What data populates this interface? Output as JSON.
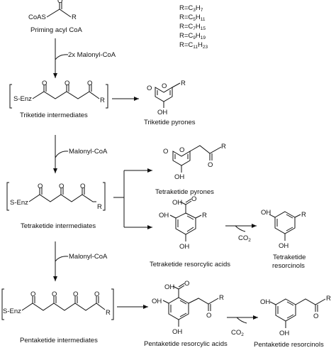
{
  "colors": {
    "ink": "#111111",
    "background": "#ffffff"
  },
  "r_groups": [
    "R=C",
    "3",
    "H",
    "7",
    "R=C",
    "5",
    "H",
    "11",
    "R=C",
    "7",
    "H",
    "15",
    "R=C",
    "9",
    "H",
    "19",
    "R=C",
    "11",
    "H",
    "23"
  ],
  "atoms": {
    "coas": "CoAS",
    "o": "O",
    "r": "R",
    "oh": "OH",
    "s_enz": "S-Enz",
    "co2": "CO",
    "co2_sub": "2"
  },
  "labels": {
    "priming": "Priming acyl CoA",
    "malonyl_2x": "2x Malonyl-CoA",
    "malonyl": "Malonyl-CoA",
    "triketide_int": "Triketide intermediates",
    "triketide_pyr": "Triketide pyrones",
    "tetraketide_pyr": "Tetraketide pyrones",
    "tetraketide_int": "Tetraketide intermediates",
    "tetraketide_res_acids": "Tetraketide resorcylic acids",
    "tetraketide_resorcinols_1": "Tetraketide",
    "tetraketide_resorcinols_2": "resorcinols",
    "pentaketide_int": "Pentaketide intermediates",
    "pentaketide_res_acids": "Pentaketide resorcylic acids",
    "pentaketide_resorcinols": "Pentaketide resorcinols"
  }
}
